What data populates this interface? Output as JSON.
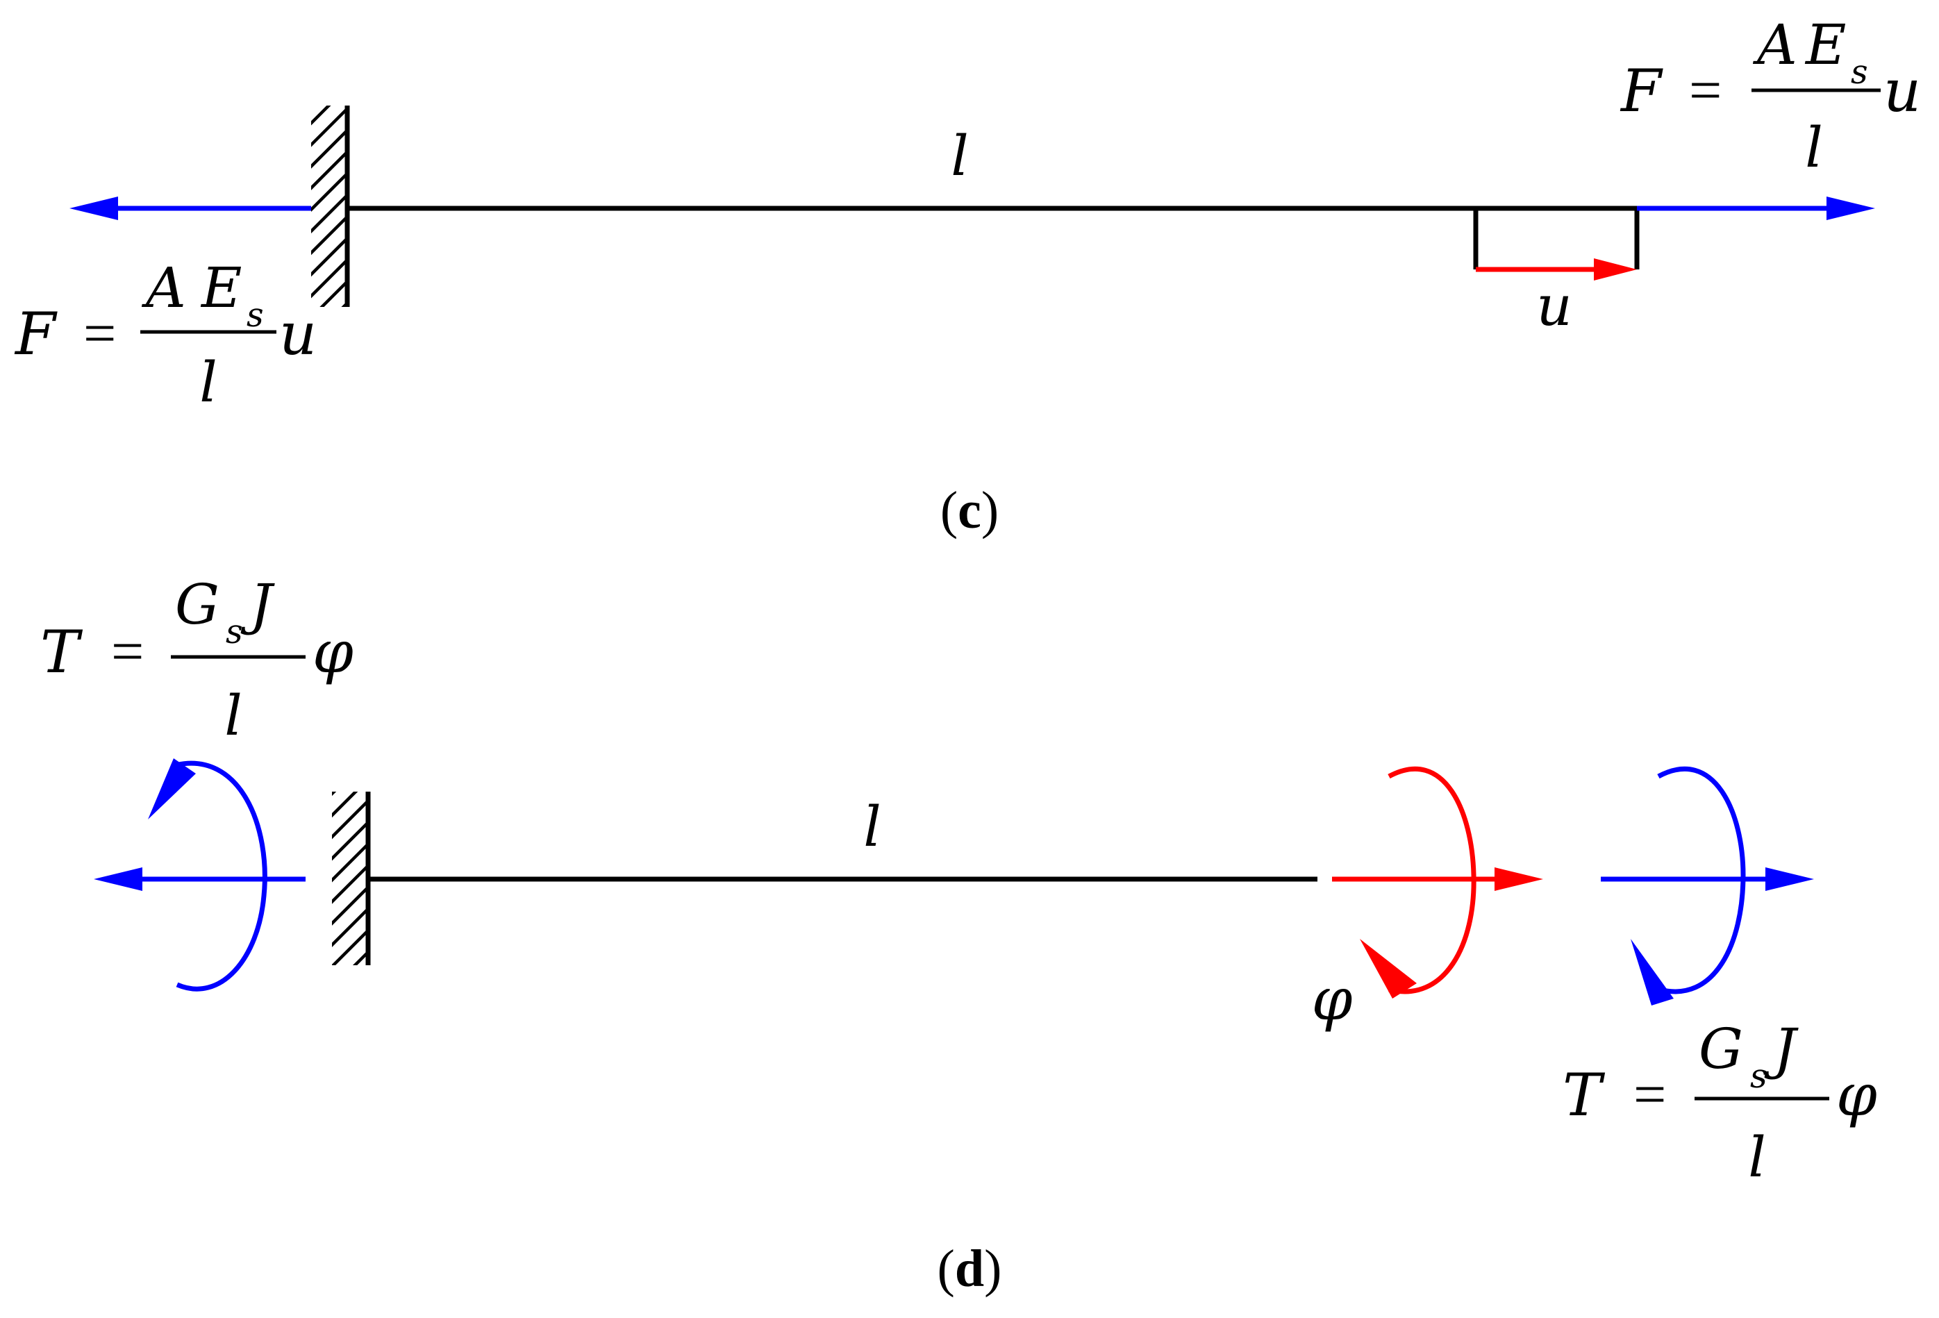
{
  "panel_c": {
    "caption": {
      "open": "(",
      "letter": "c",
      "close": ")"
    },
    "beam_label": "l",
    "displacement_label": "u",
    "left_force": {
      "lhs": "F",
      "eq": "=",
      "num_A": "A",
      "num_E": "E",
      "num_sub": "s",
      "den": "l",
      "var": "u"
    },
    "right_force": {
      "lhs": "F",
      "eq": "=",
      "num_A": "A",
      "num_E": "E",
      "num_sub": "s",
      "den": "l",
      "var": "u"
    }
  },
  "panel_d": {
    "caption": {
      "open": "(",
      "letter": "d",
      "close": ")"
    },
    "beam_label": "l",
    "rotation_label": "φ",
    "left_torque": {
      "lhs": "T",
      "eq": "=",
      "num_G": "G",
      "num_sub": "s",
      "num_J": "J",
      "den": "l",
      "var": "φ"
    },
    "right_torque": {
      "lhs": "T",
      "eq": "=",
      "num_G": "G",
      "num_sub": "s",
      "num_J": "J",
      "den": "l",
      "var": "φ"
    }
  },
  "colors": {
    "load": "#0000ff",
    "deformation": "#ff0000",
    "structure": "#000000"
  }
}
